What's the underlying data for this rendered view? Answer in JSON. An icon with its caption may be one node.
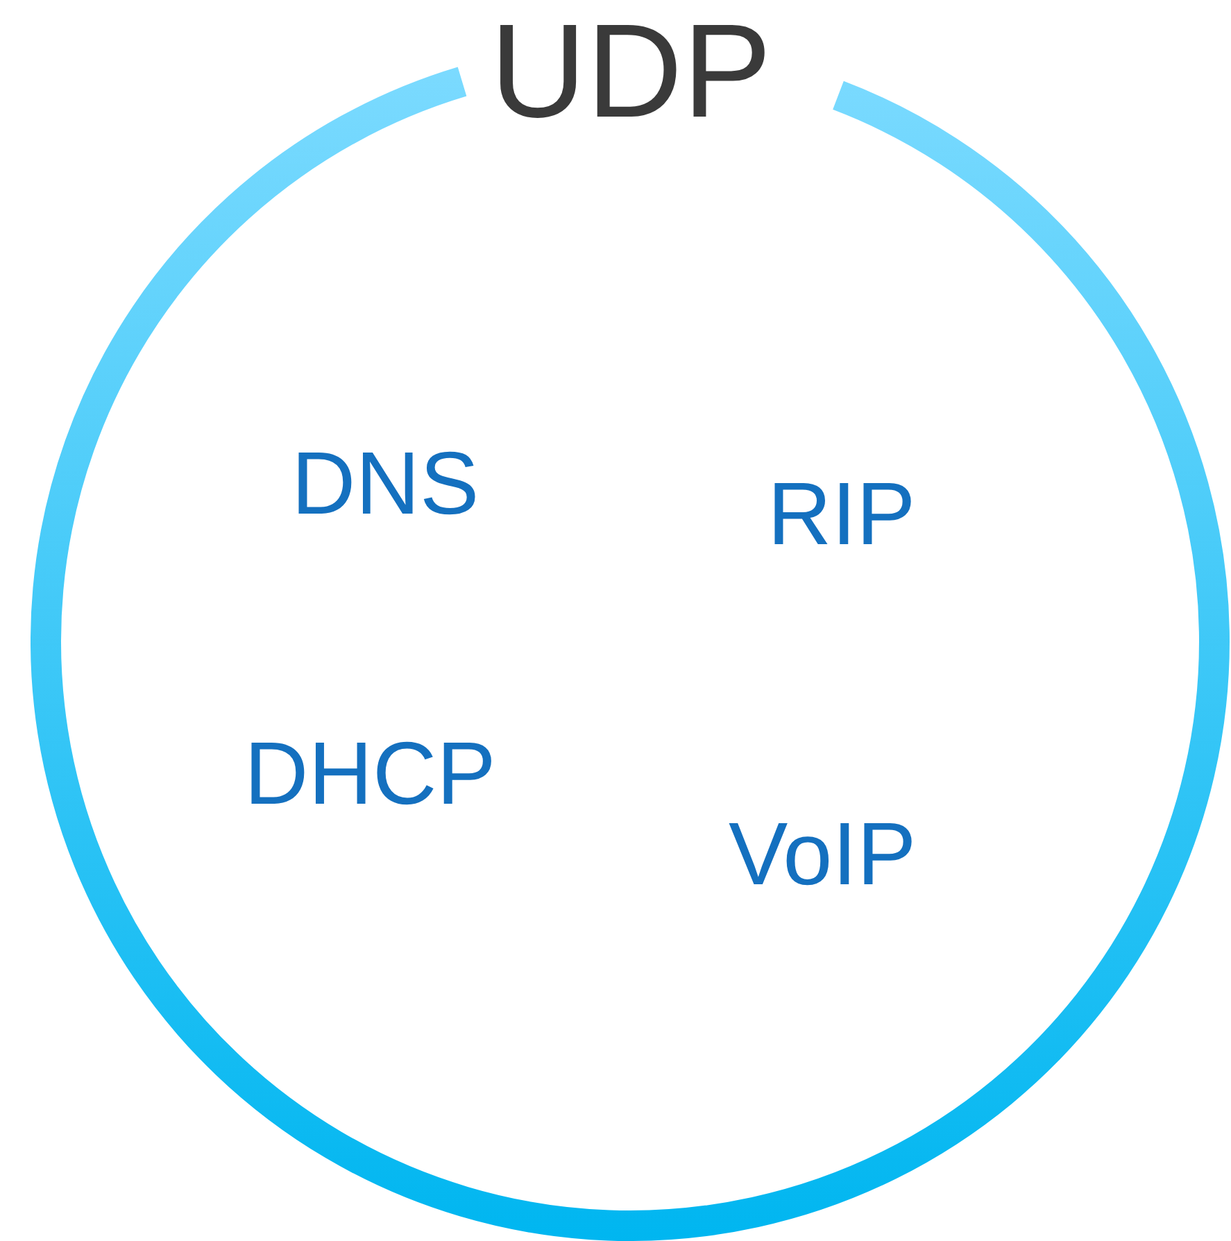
{
  "diagram": {
    "nodes": [
      {
        "text": [
          "UDP"
        ]
      }
    ],
    "labels": [
      "DNS",
      "RIP",
      "DHCP",
      "VoIP"
    ]
  }
}
